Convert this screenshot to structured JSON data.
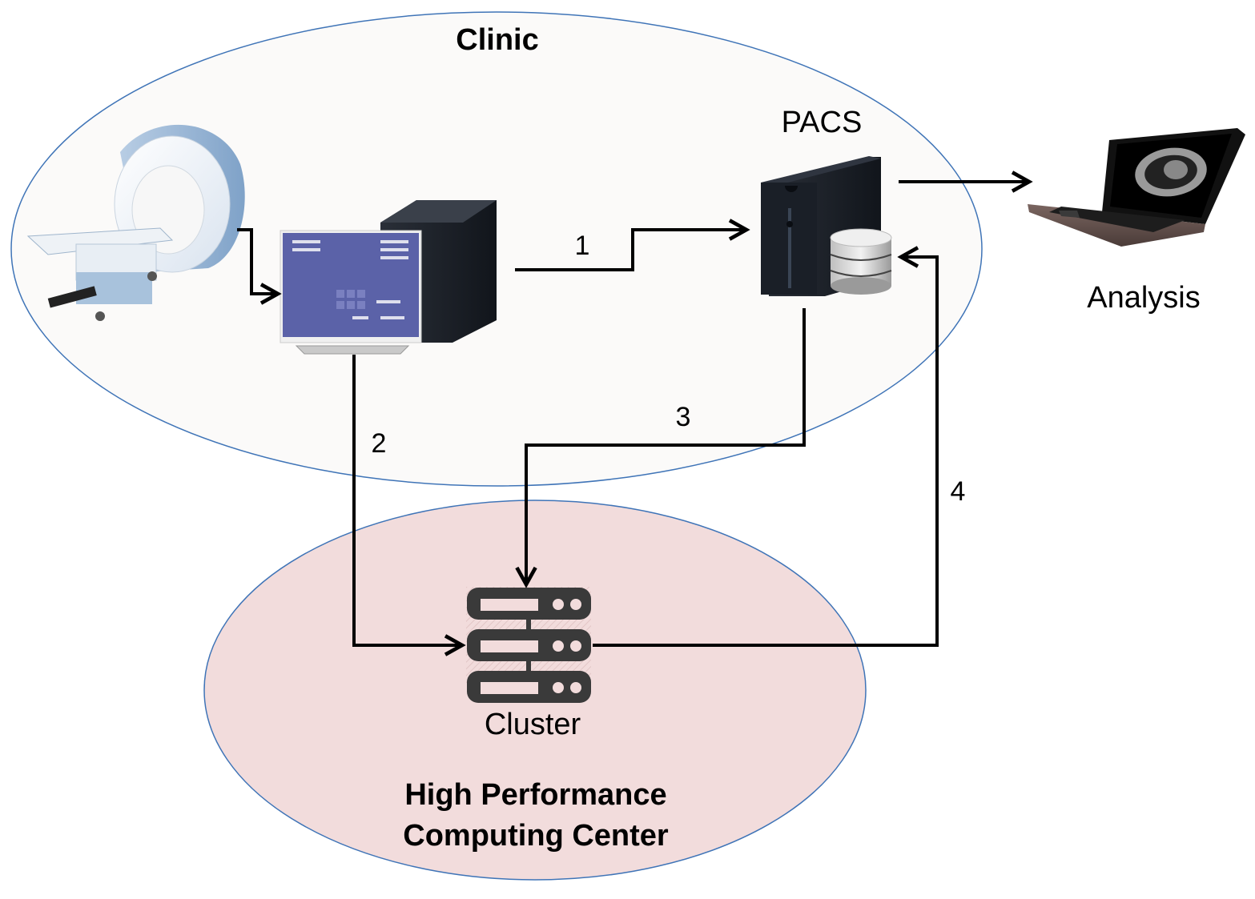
{
  "zones": {
    "clinic": {
      "label": "Clinic",
      "fill": "#fbfaf9",
      "stroke": "#3f74b7"
    },
    "hpc": {
      "label_line1": "High Performance",
      "label_line2": "Computing Center",
      "fill": "#f2dcdc",
      "stroke": "#3f74b7"
    }
  },
  "nodes": {
    "mri": {
      "icon": "mri-scanner-icon"
    },
    "workstation": {
      "icon": "console-workstation-icon"
    },
    "pacs": {
      "label": "PACS",
      "icon": "pacs-server-database-icon"
    },
    "analysis": {
      "label": "Analysis",
      "icon": "laptop-ct-scan-icon"
    },
    "cluster": {
      "label": "Cluster",
      "icon": "server-rack-icon"
    }
  },
  "edges": [
    {
      "id": "mri-to-workstation",
      "label": ""
    },
    {
      "id": "step-1",
      "label": "1",
      "from": "workstation",
      "to": "pacs"
    },
    {
      "id": "step-2",
      "label": "2",
      "from": "workstation",
      "to": "cluster"
    },
    {
      "id": "step-3",
      "label": "3",
      "from": "pacs",
      "to": "cluster"
    },
    {
      "id": "step-4",
      "label": "4",
      "from": "cluster",
      "to": "pacs"
    },
    {
      "id": "pacs-to-analysis",
      "label": "",
      "from": "pacs",
      "to": "analysis"
    }
  ]
}
